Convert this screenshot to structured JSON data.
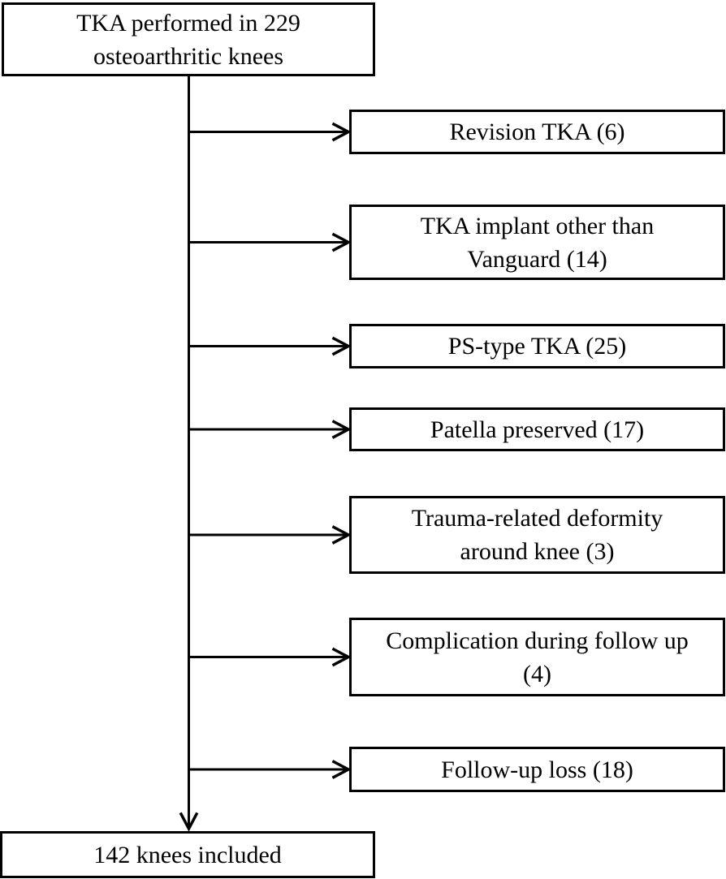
{
  "flowchart": {
    "start": {
      "label": "TKA performed in 229\nosteoarthritic knees",
      "count": 229
    },
    "exclusions": [
      {
        "label": "Revision TKA (6)",
        "count": 6
      },
      {
        "label": "TKA implant other than\nVanguard (14)",
        "count": 14
      },
      {
        "label": "PS-type TKA (25)",
        "count": 25
      },
      {
        "label": "Patella preserved (17)",
        "count": 17
      },
      {
        "label": "Trauma-related deformity\naround knee (3)",
        "count": 3
      },
      {
        "label": "Complication during follow up\n(4)",
        "count": 4
      },
      {
        "label": "Follow-up loss (18)",
        "count": 18
      }
    ],
    "end": {
      "label": "142 knees included",
      "count": 142
    },
    "colors": {
      "border": "#000000",
      "background": "#ffffff",
      "text": "#000000"
    }
  }
}
